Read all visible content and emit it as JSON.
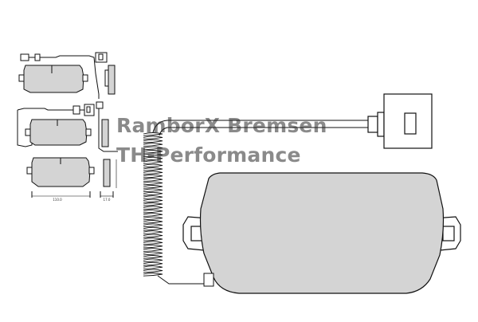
{
  "watermark": {
    "line1": "RamborX Bremsen",
    "line2": "TH-Performance"
  },
  "thumbnails": {
    "dimension_width": "110.0",
    "dimension_thickness": "17.0"
  },
  "colors": {
    "pad_fill": "#d4d4d4",
    "outline": "#111111",
    "background": "#ffffff"
  }
}
